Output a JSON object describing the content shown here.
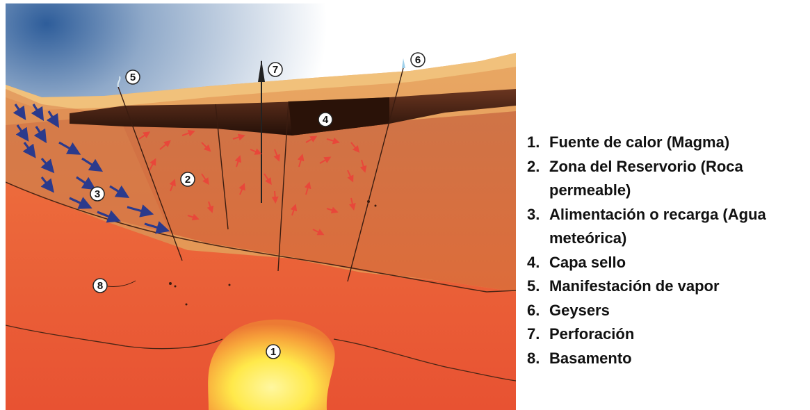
{
  "diagram": {
    "labels": [
      {
        "id": "fuente",
        "num": "1"
      },
      {
        "id": "reservorio",
        "num": "2"
      },
      {
        "id": "recarga",
        "num": "3"
      },
      {
        "id": "sello",
        "num": "4"
      },
      {
        "id": "vapor",
        "num": "5"
      },
      {
        "id": "geysers",
        "num": "6"
      },
      {
        "id": "perforacion",
        "num": "7"
      },
      {
        "id": "basamento",
        "num": "8"
      }
    ]
  },
  "legend": {
    "items": [
      {
        "num": "1.",
        "text": "Fuente de calor (Magma)"
      },
      {
        "num": "2.",
        "text": "Zona del Reservorio (Roca permeable)"
      },
      {
        "num": "3.",
        "text": "Alimentación o recarga (Agua meteórica)"
      },
      {
        "num": "4.",
        "text": "Capa sello"
      },
      {
        "num": "5.",
        "text": "Manifestación de vapor"
      },
      {
        "num": "6.",
        "text": "Geysers"
      },
      {
        "num": "7.",
        "text": "Perforación"
      },
      {
        "num": "8.",
        "text": "Basamento"
      }
    ]
  },
  "colors": {
    "sky": "#2e5d9a",
    "surface_rock": "#e39a55",
    "seal_layer": "#3b1d10",
    "reservoir": "#d06a3a",
    "recharge_arrows": "#2b3a8c",
    "convection_arrows": "#e8473a",
    "magma_core": "#fff36a",
    "basement": "#e8573a"
  }
}
